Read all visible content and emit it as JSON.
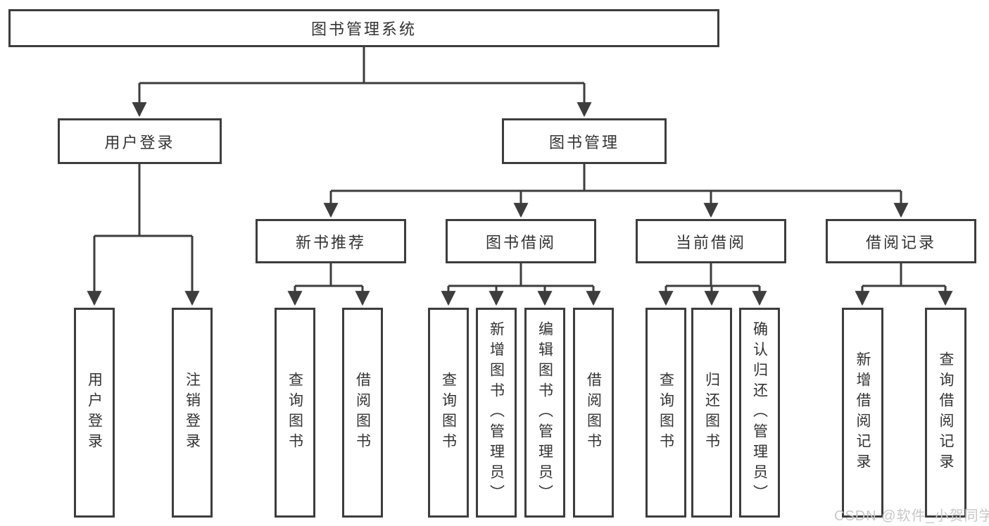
{
  "diagram": {
    "root": {
      "label": "图书管理系统"
    },
    "branches": [
      {
        "label": "用户登录",
        "children": [
          {
            "label": "用户登录"
          },
          {
            "label": "注销登录"
          }
        ]
      },
      {
        "label": "图书管理",
        "sections": [
          {
            "label": "新书推荐",
            "children": [
              {
                "label": "查询图书"
              },
              {
                "label": "借阅图书"
              }
            ]
          },
          {
            "label": "图书借阅",
            "children": [
              {
                "label": "查询图书"
              },
              {
                "label": "新增图书（管理员）"
              },
              {
                "label": "编辑图书（管理员）"
              },
              {
                "label": "借阅图书"
              }
            ]
          },
          {
            "label": "当前借阅",
            "children": [
              {
                "label": "查询图书"
              },
              {
                "label": "归还图书"
              },
              {
                "label": "确认归还（管理员）"
              }
            ]
          },
          {
            "label": "借阅记录",
            "children": [
              {
                "label": "新增借阅记录"
              },
              {
                "label": "查询借阅记录"
              }
            ]
          }
        ]
      }
    ]
  },
  "watermark": {
    "text": "CSDN @软件_小贺同学",
    "color": "#c8c8c8"
  },
  "style": {
    "line_color": "#3d3d3d",
    "text_color": "#333333",
    "background": "#ffffff"
  }
}
